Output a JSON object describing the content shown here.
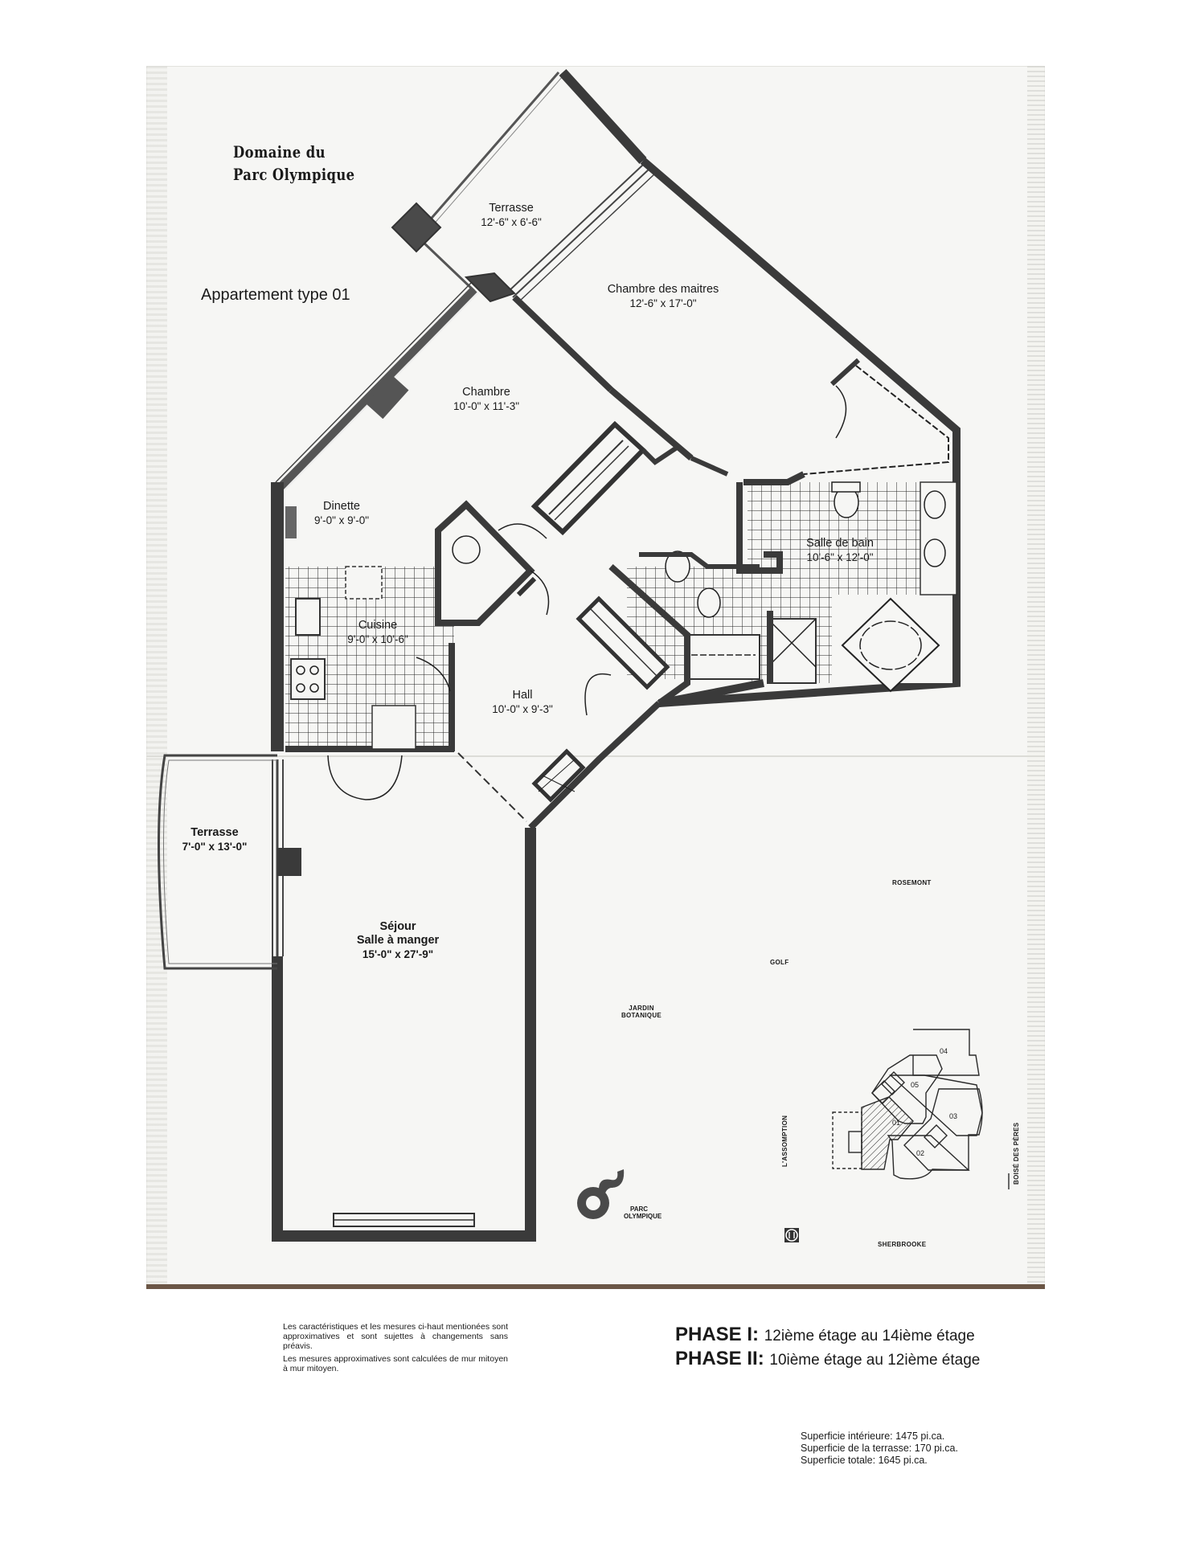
{
  "header": {
    "project_line1": "Domaine du",
    "project_line2": "Parc Olympique",
    "unit_type": "Appartement type 01"
  },
  "rooms": [
    {
      "id": "terrasse-top",
      "name": "Terrasse",
      "dim": "12'-6\" x 6'-6\""
    },
    {
      "id": "chambre-maitres",
      "name": "Chambre des maitres",
      "dim": "12'-6\" x 17'-0\""
    },
    {
      "id": "chambre",
      "name": "Chambre",
      "dim": "10'-0\" x 11'-3\""
    },
    {
      "id": "dinette",
      "name": "Dinette",
      "dim": "9'-0\" x 9'-0\""
    },
    {
      "id": "cuisine",
      "name": "Cuisine",
      "dim": "9'-0\" x 10'-6\""
    },
    {
      "id": "salle-de-bain",
      "name": "Salle de bain",
      "dim": "10'-6\" x 12'-0\""
    },
    {
      "id": "hall",
      "name": "Hall",
      "dim": "10'-0\" x 9'-3\""
    },
    {
      "id": "terrasse-left",
      "name": "Terrasse",
      "dim": "7'-0\" x 13'-0\""
    },
    {
      "id": "sejour",
      "name": "Séjour",
      "name2": "Salle à manger",
      "dim": "15'-0\" x 27'-9\""
    }
  ],
  "site_map": {
    "labels": {
      "rosemont": "ROSEMONT",
      "golf": "GOLF",
      "jardin1": "JARDIN",
      "jardin2": "BOTANIQUE",
      "assomption": "L'ASSOMPTION",
      "boise": "BOISÉ DES PÈRES",
      "sherbrooke": "SHERBROOKE"
    },
    "units": [
      "01",
      "02",
      "03",
      "04",
      "05"
    ],
    "highlighted_unit": "01",
    "logo": {
      "line1": "PARC",
      "line2": "OLYMPIQUE"
    },
    "metro_icon": "metro-icon"
  },
  "notes": [
    "Les caractéristiques et les mesures ci-haut mentionées sont approximatives et sont sujettes à changements sans préavis.",
    "Les mesures approximatives sont calculées de mur mitoyen à mur mitoyen."
  ],
  "phases": [
    {
      "label": "PHASE I",
      "sep": ":",
      "floors": "12ième étage au 14ième étage"
    },
    {
      "label": "PHASE II",
      "sep": ":",
      "floors": "10ième étage au 12ième étage"
    }
  ],
  "areas": [
    "Superficie intérieure: 1475 pi.ca.",
    "Superficie de la terrasse: 170 pi.ca.",
    "Superficie totale: 1645 pi.ca."
  ],
  "colors": {
    "paper": "#f6f6f4",
    "wall": "#3a3a3a",
    "ink": "#1a1a1a",
    "backing": "#6b5646"
  }
}
